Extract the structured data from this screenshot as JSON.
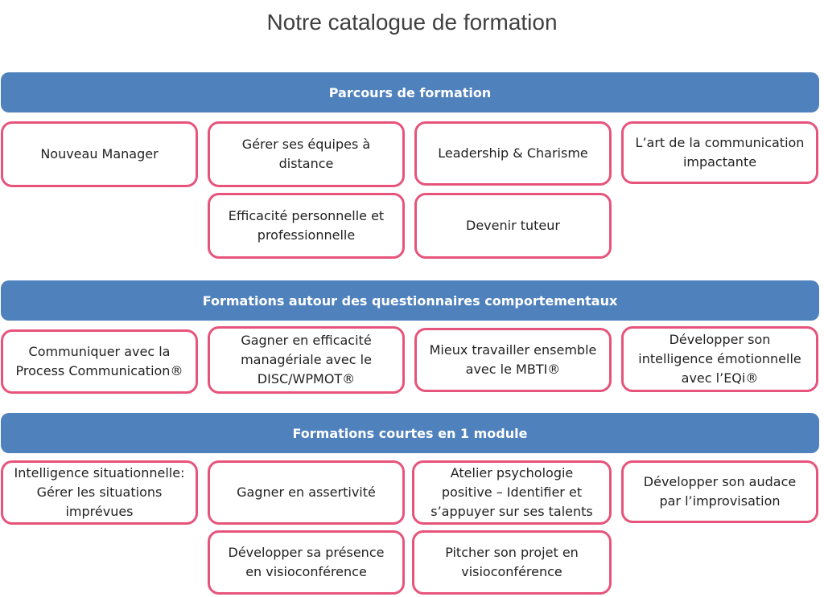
{
  "title": "Notre catalogue de formation",
  "sections": [
    {
      "header": "Parcours de formation",
      "items": [
        "Nouveau Manager",
        "Gérer ses équipes à\ndistance",
        "Leadership & Charisme",
        "L’art de la communication\nimpactante",
        "Efficacité personnelle et\nprofessionnelle",
        "Devenir tuteur"
      ]
    },
    {
      "header": "Formations autour des questionnaires comportementaux",
      "items": [
        "Communiquer avec la\nProcess Communication®",
        "Gagner en efficacité\nmanagériale avec le\nDISC/WPMOT®",
        "Mieux travailler ensemble\navec le MBTI®",
        "Développer son\nintelligence émotionnelle\navec l’EQi®"
      ]
    },
    {
      "header": "Formations courtes en 1 module",
      "items": [
        "Intelligence situationnelle:\nGérer les situations\nimprévues",
        "Gagner en assertivité",
        "Atelier psychologie\npositive – Identifier et\ns’appuyer sur ses talents",
        "Développer son audace\npar l’improvisation",
        "Développer sa présence\nen visioconférence",
        "Pitcher son projet en\nvisioconférence"
      ]
    }
  ],
  "colors": {
    "header_bar": "#4f81bd",
    "box_border": "#e6547c",
    "title_text": "#404040"
  }
}
